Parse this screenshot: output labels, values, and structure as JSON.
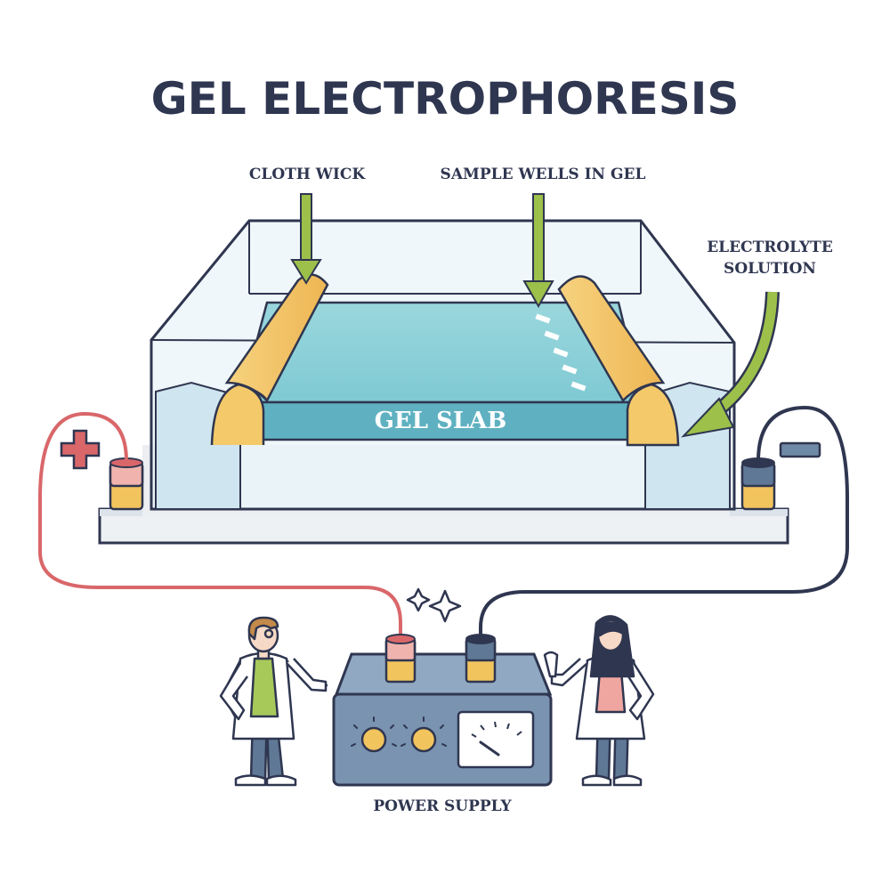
{
  "title": "GEL ELECTROPHORESIS",
  "labels": {
    "cloth_wick": "CLOTH WICK",
    "sample_wells": "SAMPLE WELLS IN GEL",
    "electrolyte_line1": "ELECTROLYTE",
    "electrolyte_line2": "SOLUTION",
    "gel_slab": "GEL SLAB",
    "power_supply": "POWER SUPPLY"
  },
  "terminal_symbols": {
    "positive": "+",
    "negative": "−"
  },
  "colors": {
    "outline": "#2f3650",
    "arrow_green": "#9cc04a",
    "positive_red": "#d9676a",
    "negative_navy": "#2f3650",
    "gel_slab": "#78c3ce",
    "wick_yellow": "#f3c96a",
    "buffer_blue": "#d6e9f2"
  },
  "icons": [
    "plus-icon",
    "minus-icon",
    "sparkle-icon",
    "knob-icon",
    "gauge-icon"
  ]
}
